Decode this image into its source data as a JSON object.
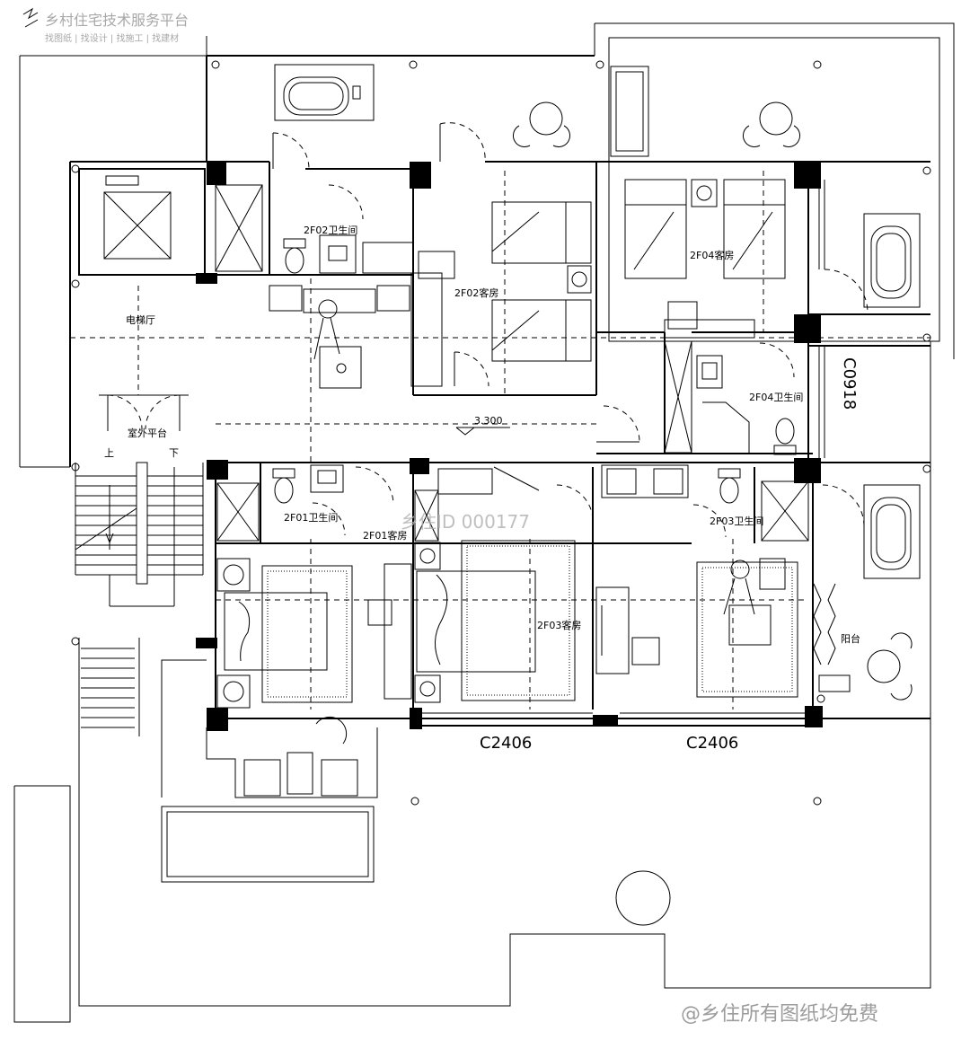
{
  "watermark": {
    "brand": "乡村住宅技术服务平台",
    "tagline": "找图纸 | 找设计 | 找施工 | 找建材",
    "center_id": "乡住ID 000177",
    "bottom": "@乡住所有图纸均免费"
  },
  "rooms": {
    "r2f02_bath": "2F02卫生间",
    "r2f02_guest": "2F02客房",
    "r2f04_guest": "2F04客房",
    "r2f04_bath": "2F04卫生间",
    "elevator_hall": "电梯厅",
    "outdoor_platform": "室外平台",
    "r2f01_bath": "2F01卫生间",
    "r2f01_guest": "2F01客房",
    "r2f03_guest": "2F03客房",
    "r2f03_bath": "2F03卫生间",
    "balcony": "阳台"
  },
  "labels": {
    "elevation": "3.300",
    "stair_up": "上",
    "stair_down": "下",
    "window_left": "C2406",
    "window_right": "C2406",
    "window_side": "C0918"
  }
}
